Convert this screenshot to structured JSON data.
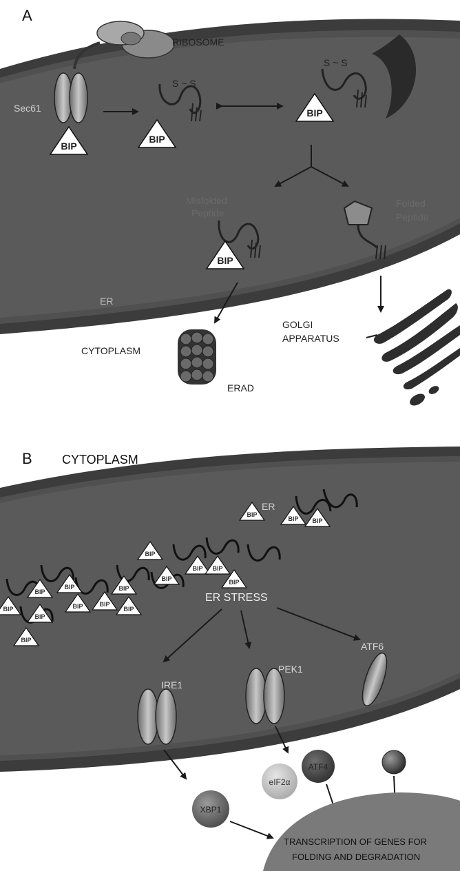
{
  "panel_a": {
    "letter": "A",
    "ribosome": "RIBOSOME",
    "sec61": "Sec61",
    "bip": "BIP",
    "disulfide": "S ~ S",
    "misfolded_line1": "Misfolded",
    "misfolded_line2": "Peptide",
    "folded_line1": "Folded",
    "folded_line2": "Peptide",
    "er": "ER",
    "cytoplasm": "CYTOPLASM",
    "golgi_line1": "GOLGI",
    "golgi_line2": "APPARATUS",
    "erad": "ERAD"
  },
  "panel_b": {
    "letter": "B",
    "cytoplasm": "CYTOPLASM",
    "er": "ER",
    "bip": "BIP",
    "er_stress": "ER STRESS",
    "ire1": "IRE1",
    "pek1": "PEK1",
    "atf6": "ATF6",
    "eif2a": "eIF2α",
    "atf4": "ATF4",
    "xbp1": "XBP1",
    "nucleus_line1": "TRANSCRIPTION OF GENES  FOR",
    "nucleus_line2": "FOLDING AND DEGRADATION"
  }
}
